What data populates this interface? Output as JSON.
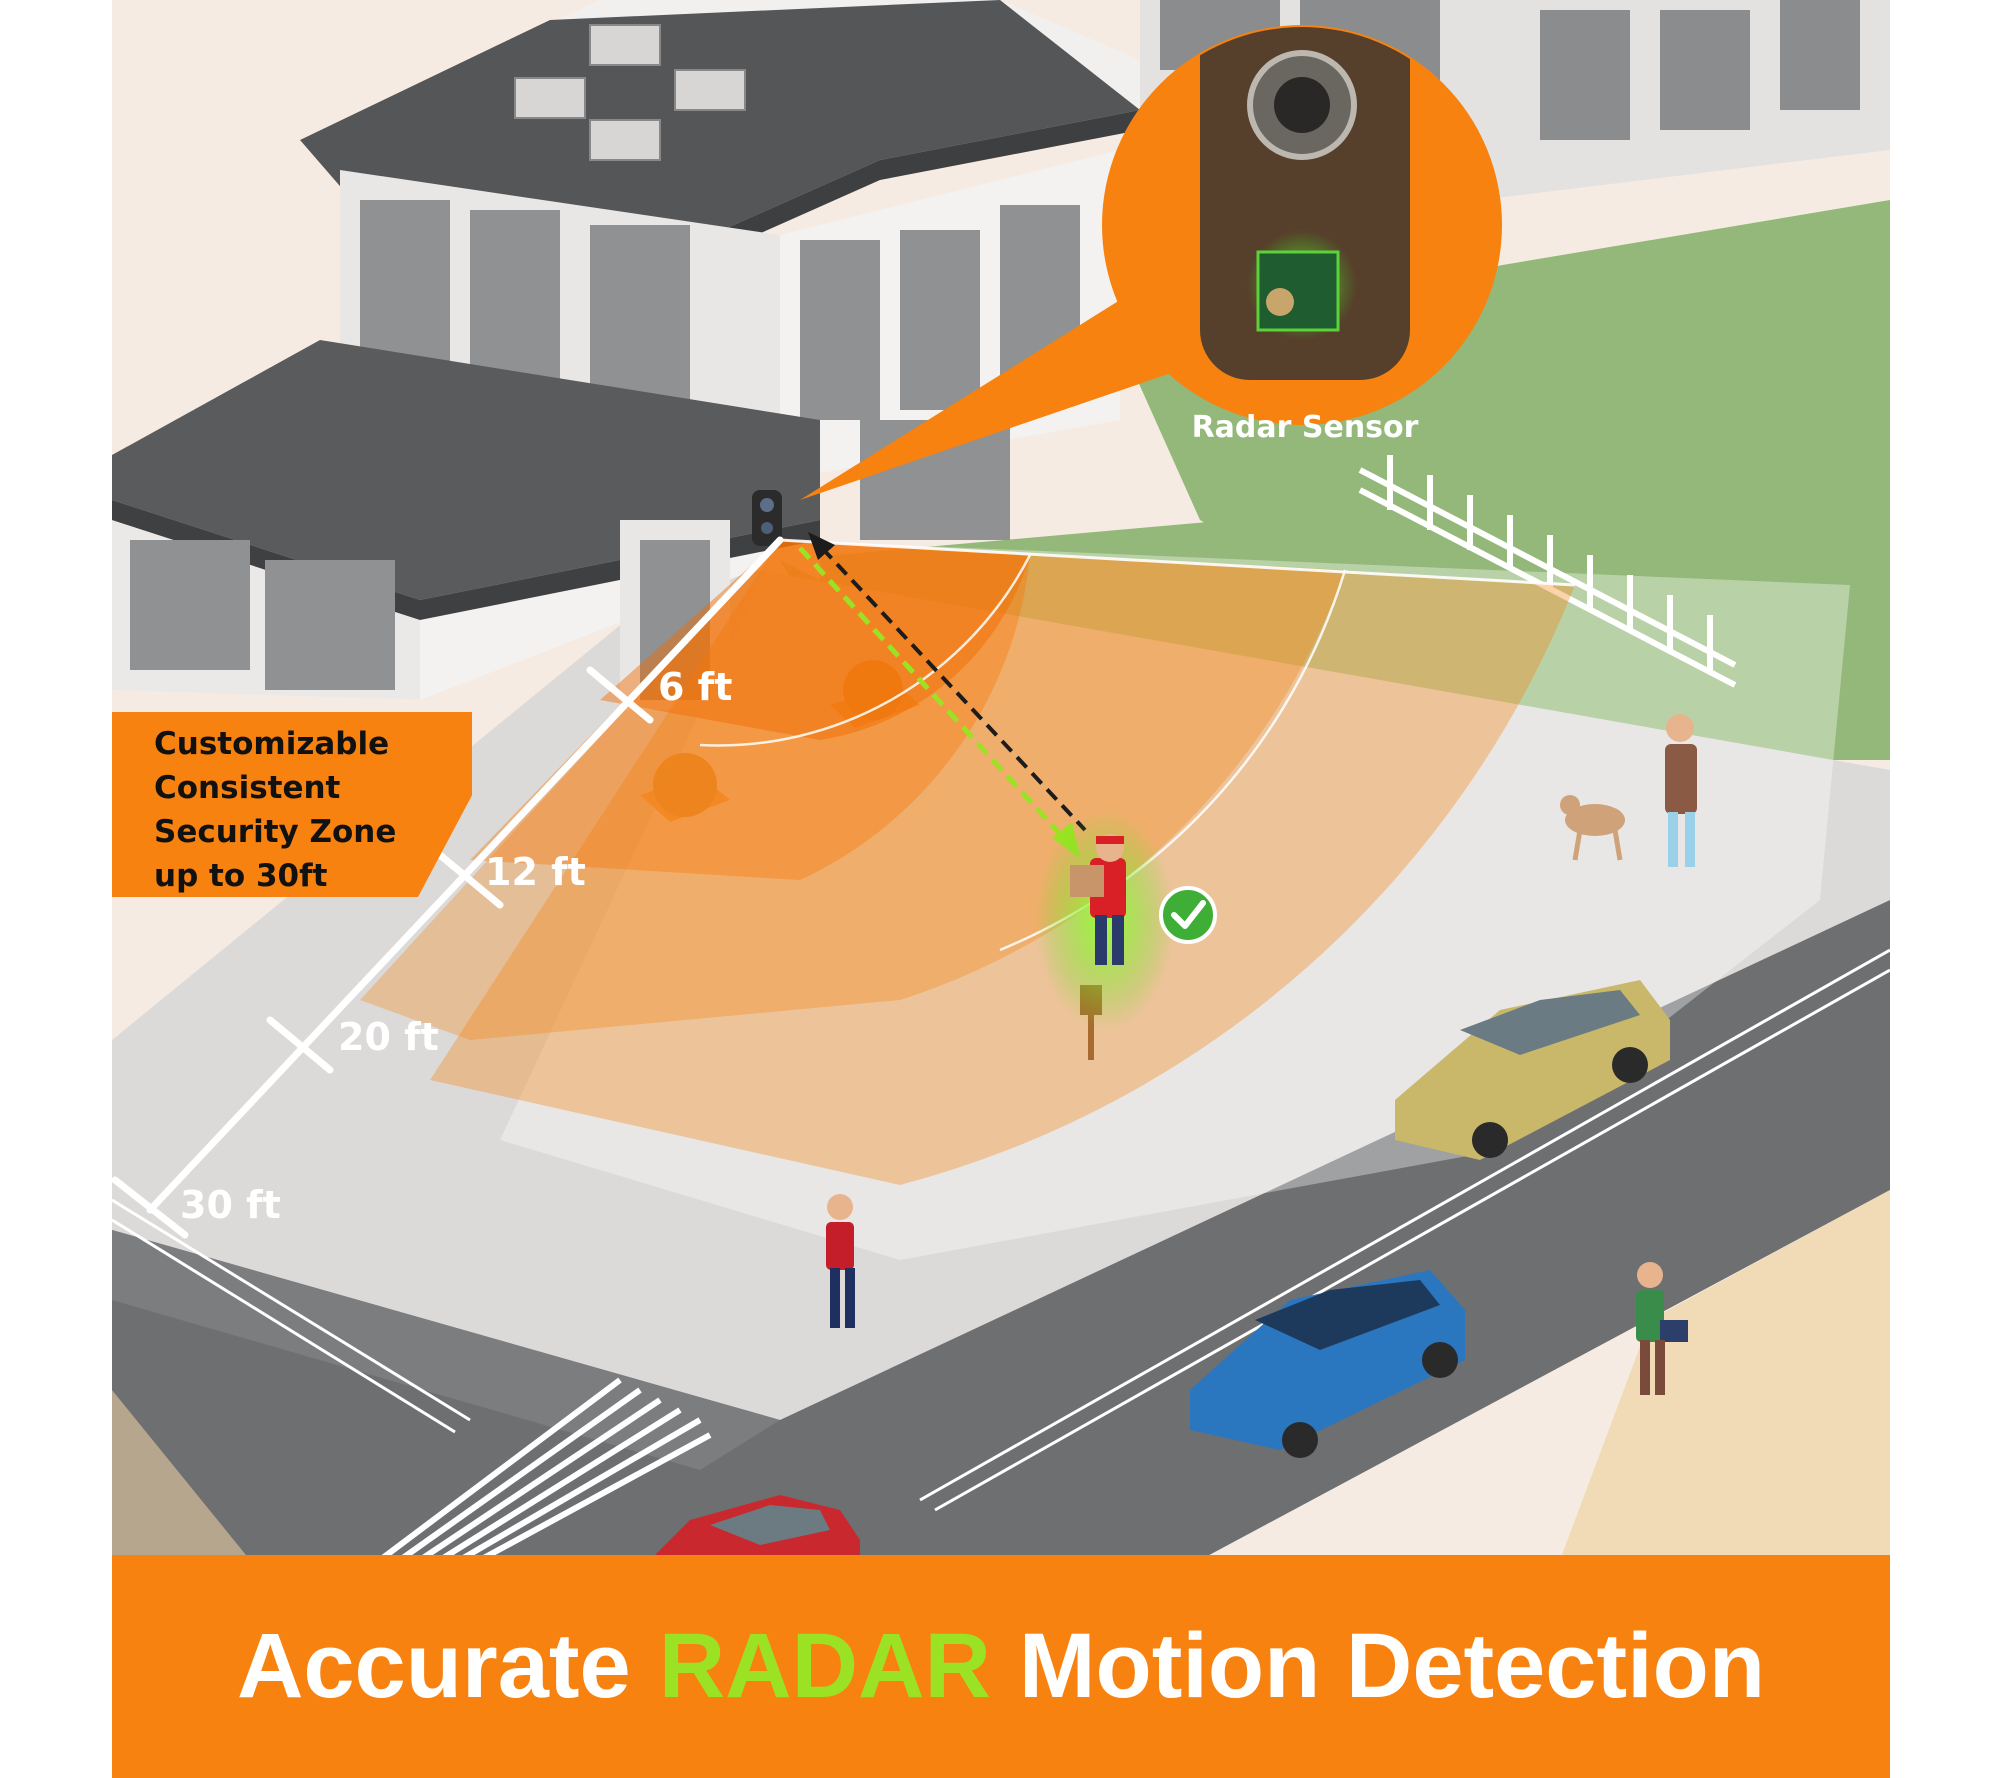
{
  "callout": {
    "lines": [
      "Customizable",
      "Consistent",
      "Security Zone",
      "up to 30ft"
    ]
  },
  "zoom": {
    "label": "Radar Sensor"
  },
  "distances": [
    "6 ft",
    "12 ft",
    "20 ft",
    "30 ft"
  ],
  "banner": {
    "before": "Accurate",
    "highlight": "RADAR",
    "after": "Motion Detection"
  },
  "colors": {
    "accent_orange": "#f7820f",
    "highlight_green": "#9be224",
    "detection_green": "#63e021"
  },
  "icons": [
    "checkmark-icon"
  ]
}
